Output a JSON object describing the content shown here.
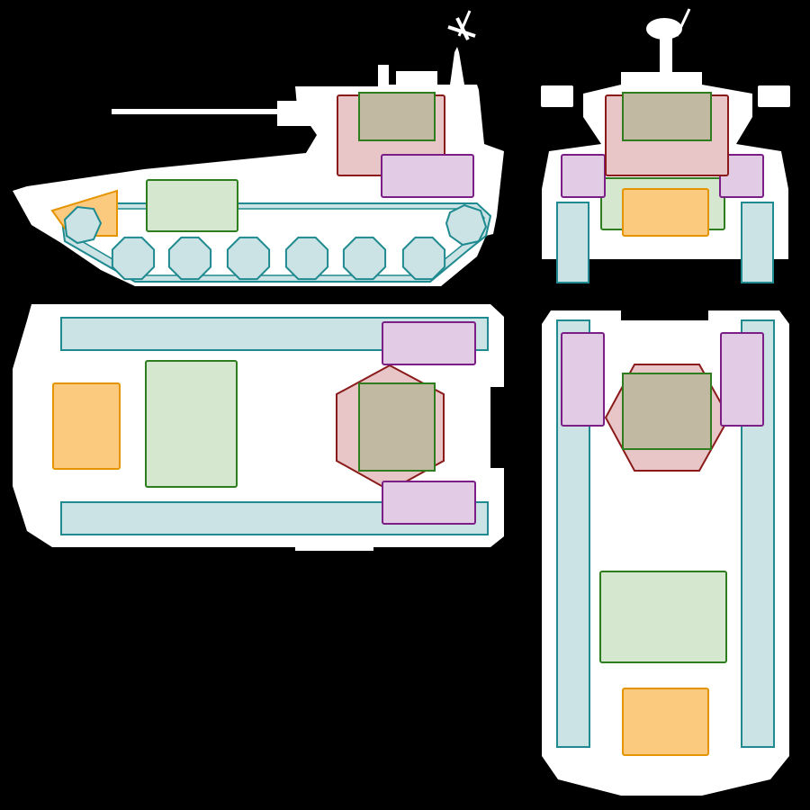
{
  "diagram": {
    "background": "#000000",
    "silhouette_color": "#ffffff",
    "zone_colors": {
      "turret": {
        "stroke": "#8b1a1a",
        "fill": "#e8c6c8"
      },
      "crew": {
        "stroke": "#2e7d1e",
        "fill": "#d5e8cf"
      },
      "sensor": {
        "stroke": "#7b1f86",
        "fill": "#e2cbe5"
      },
      "engine": {
        "stroke": "#e59400",
        "fill": "#fcca7e"
      },
      "tracks": {
        "stroke": "#1f8a8f",
        "fill": "#cce3e5"
      },
      "overlap": {
        "fill": "#c2b9a3"
      }
    },
    "views": [
      "side-view",
      "front-view",
      "top-view",
      "top-view-rotated"
    ],
    "road_wheel_count": 6
  }
}
